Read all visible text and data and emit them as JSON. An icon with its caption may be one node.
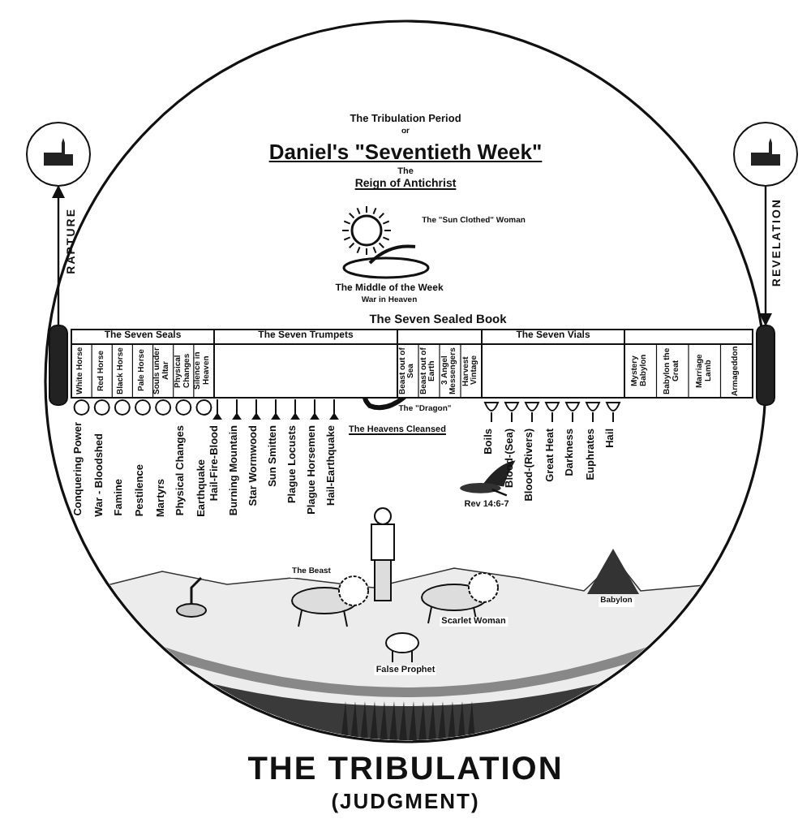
{
  "diagram": {
    "title": "THE TRIBULATION",
    "caption": "(JUDGMENT)",
    "nodes": [
      {
        "text": [],
        "shape": "circle"
      },
      {
        "text": [],
        "shape": "bar"
      },
      {
        "text": [],
        "shape": "circle"
      },
      {
        "text": [],
        "shape": "bar"
      }
    ],
    "edges": [
      {
        "from": 1,
        "to": 0,
        "arrow": "to",
        "label": "RAPTURE"
      },
      {
        "from": 2,
        "to": 3,
        "arrow": "to",
        "label": "REVELATION"
      }
    ],
    "labels": [
      "The Tribulation Period",
      "or",
      "Daniel's \"Seventieth Week\"",
      "The",
      "Reign of Antichrist",
      "The \"Sun Clothed\" Woman",
      "The Middle of the Week",
      "War in Heaven",
      "The Seven Sealed Book",
      "The Seven Seals",
      "White Horse",
      "Red Horse",
      "Black Horse",
      "Pale Horse",
      "Souls under Altar",
      "Physical Changes",
      "Silence in Heaven",
      "The Seven Trumpets",
      "The \"Dragon\"",
      "The Heavens Cleansed",
      "Beast out of Sea",
      "Beast out of Earth",
      "3 Angel Messengers",
      "Harvest Vintage",
      "The Seven Vials",
      "Mystery Babylon",
      "Babylon the Great",
      "Marriage Lamb",
      "Armageddon",
      "Conquering Power",
      "War - Bloodshed",
      "Famine",
      "Pestilence",
      "Martyrs",
      "Physical Changes",
      "Earthquake",
      "Hail-Fire-Blood",
      "Burning Mountain",
      "Star Wormwood",
      "Sun Smitten",
      "Plague Locusts",
      "Plague Horsemen",
      "Hail-Earthquake",
      "Boils",
      "Blood-(Sea)",
      "Blood-(Rivers)",
      "Great Heat",
      "Darkness",
      "Euphrates",
      "Hail",
      "Rev 14:6-7",
      "The Beast",
      "Scarlet Woman",
      "False Prophet",
      "Babylon"
    ]
  }
}
